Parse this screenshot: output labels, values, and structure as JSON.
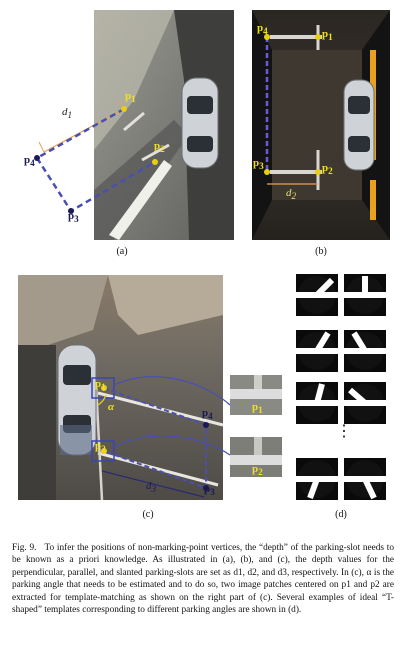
{
  "panels": {
    "a": {
      "caption": "(a)",
      "labels": {
        "p1": "p",
        "p1_sub": "1",
        "p2": "p",
        "p2_sub": "2",
        "p3": "p",
        "p3_sub": "3",
        "p4": "p",
        "p4_sub": "4",
        "d": "d",
        "d_sub": "1"
      }
    },
    "b": {
      "caption": "(b)",
      "labels": {
        "p1": "p",
        "p1_sub": "1",
        "p2": "p",
        "p2_sub": "2",
        "p3": "p",
        "p3_sub": "3",
        "p4": "p",
        "p4_sub": "4",
        "d": "d",
        "d_sub": "2"
      }
    },
    "c": {
      "caption": "(c)",
      "labels": {
        "p1": "p",
        "p1_sub": "1",
        "p2": "p",
        "p2_sub": "2",
        "p3": "p",
        "p3_sub": "3",
        "p4": "p",
        "p4_sub": "4",
        "d": "d",
        "d_sub": "3",
        "alpha": "α"
      },
      "patch_labels": {
        "p1": "p",
        "p1_sub": "1",
        "p2": "p",
        "p2_sub": "2"
      }
    },
    "d": {
      "caption": "(d)",
      "ellipsis": "⋮"
    }
  },
  "caption": {
    "fig_label": "Fig. 9.",
    "text": "To infer the positions of non-marking-point vertices, the “depth” of the parking-slot needs to be known as a priori knowledge. As illustrated in (a), (b), and (c), the depth values for the perpendicular, parallel, and slanted parking-slots are set as d1, d2, and d3, respectively. In (c), α is the parking angle that needs to be estimated and to do so, two image patches centered on p1 and p2 are extracted for template-matching as shown on the right part of (c). Several examples of ideal “T-shaped” templates corresponding to different parking angles are shown in (d)."
  },
  "colors": {
    "dashed_quad": "#4a4fb0",
    "measure_line": "#e8a050",
    "point_yellow": "#e8d010",
    "template_bg": "#0a0a0a",
    "template_white": "#ffffff"
  }
}
